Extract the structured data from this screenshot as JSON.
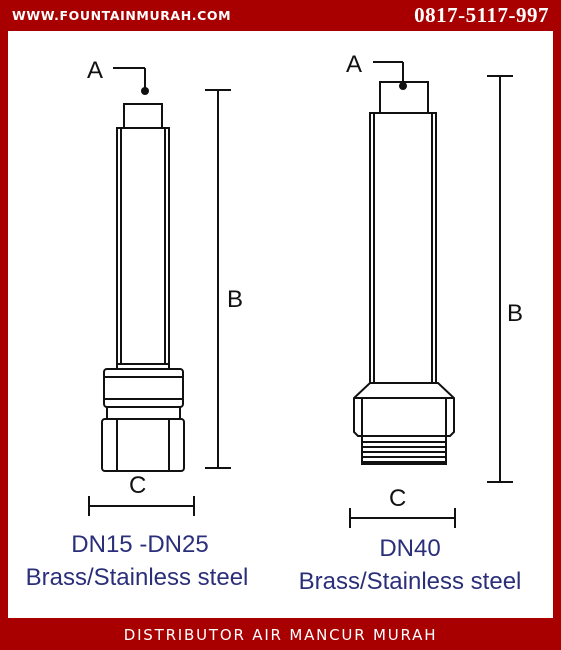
{
  "header": {
    "website": "WWW.FOUNTAINMURAH.COM",
    "phone": "0817-5117-997"
  },
  "footer": {
    "text": "DISTRIBUTOR AIR MANCUR MURAH"
  },
  "left_nozzle": {
    "label_a": "A",
    "label_b": "B",
    "label_c": "C",
    "size": "DN15 -DN25",
    "material": "Brass/Stainless steel"
  },
  "right_nozzle": {
    "label_a": "A",
    "label_b": "B",
    "label_c": "C",
    "size": "DN40",
    "material": "Brass/Stainless steel"
  },
  "colors": {
    "frame": "#a80000",
    "caption": "#2b2f7a",
    "line": "#111111"
  }
}
